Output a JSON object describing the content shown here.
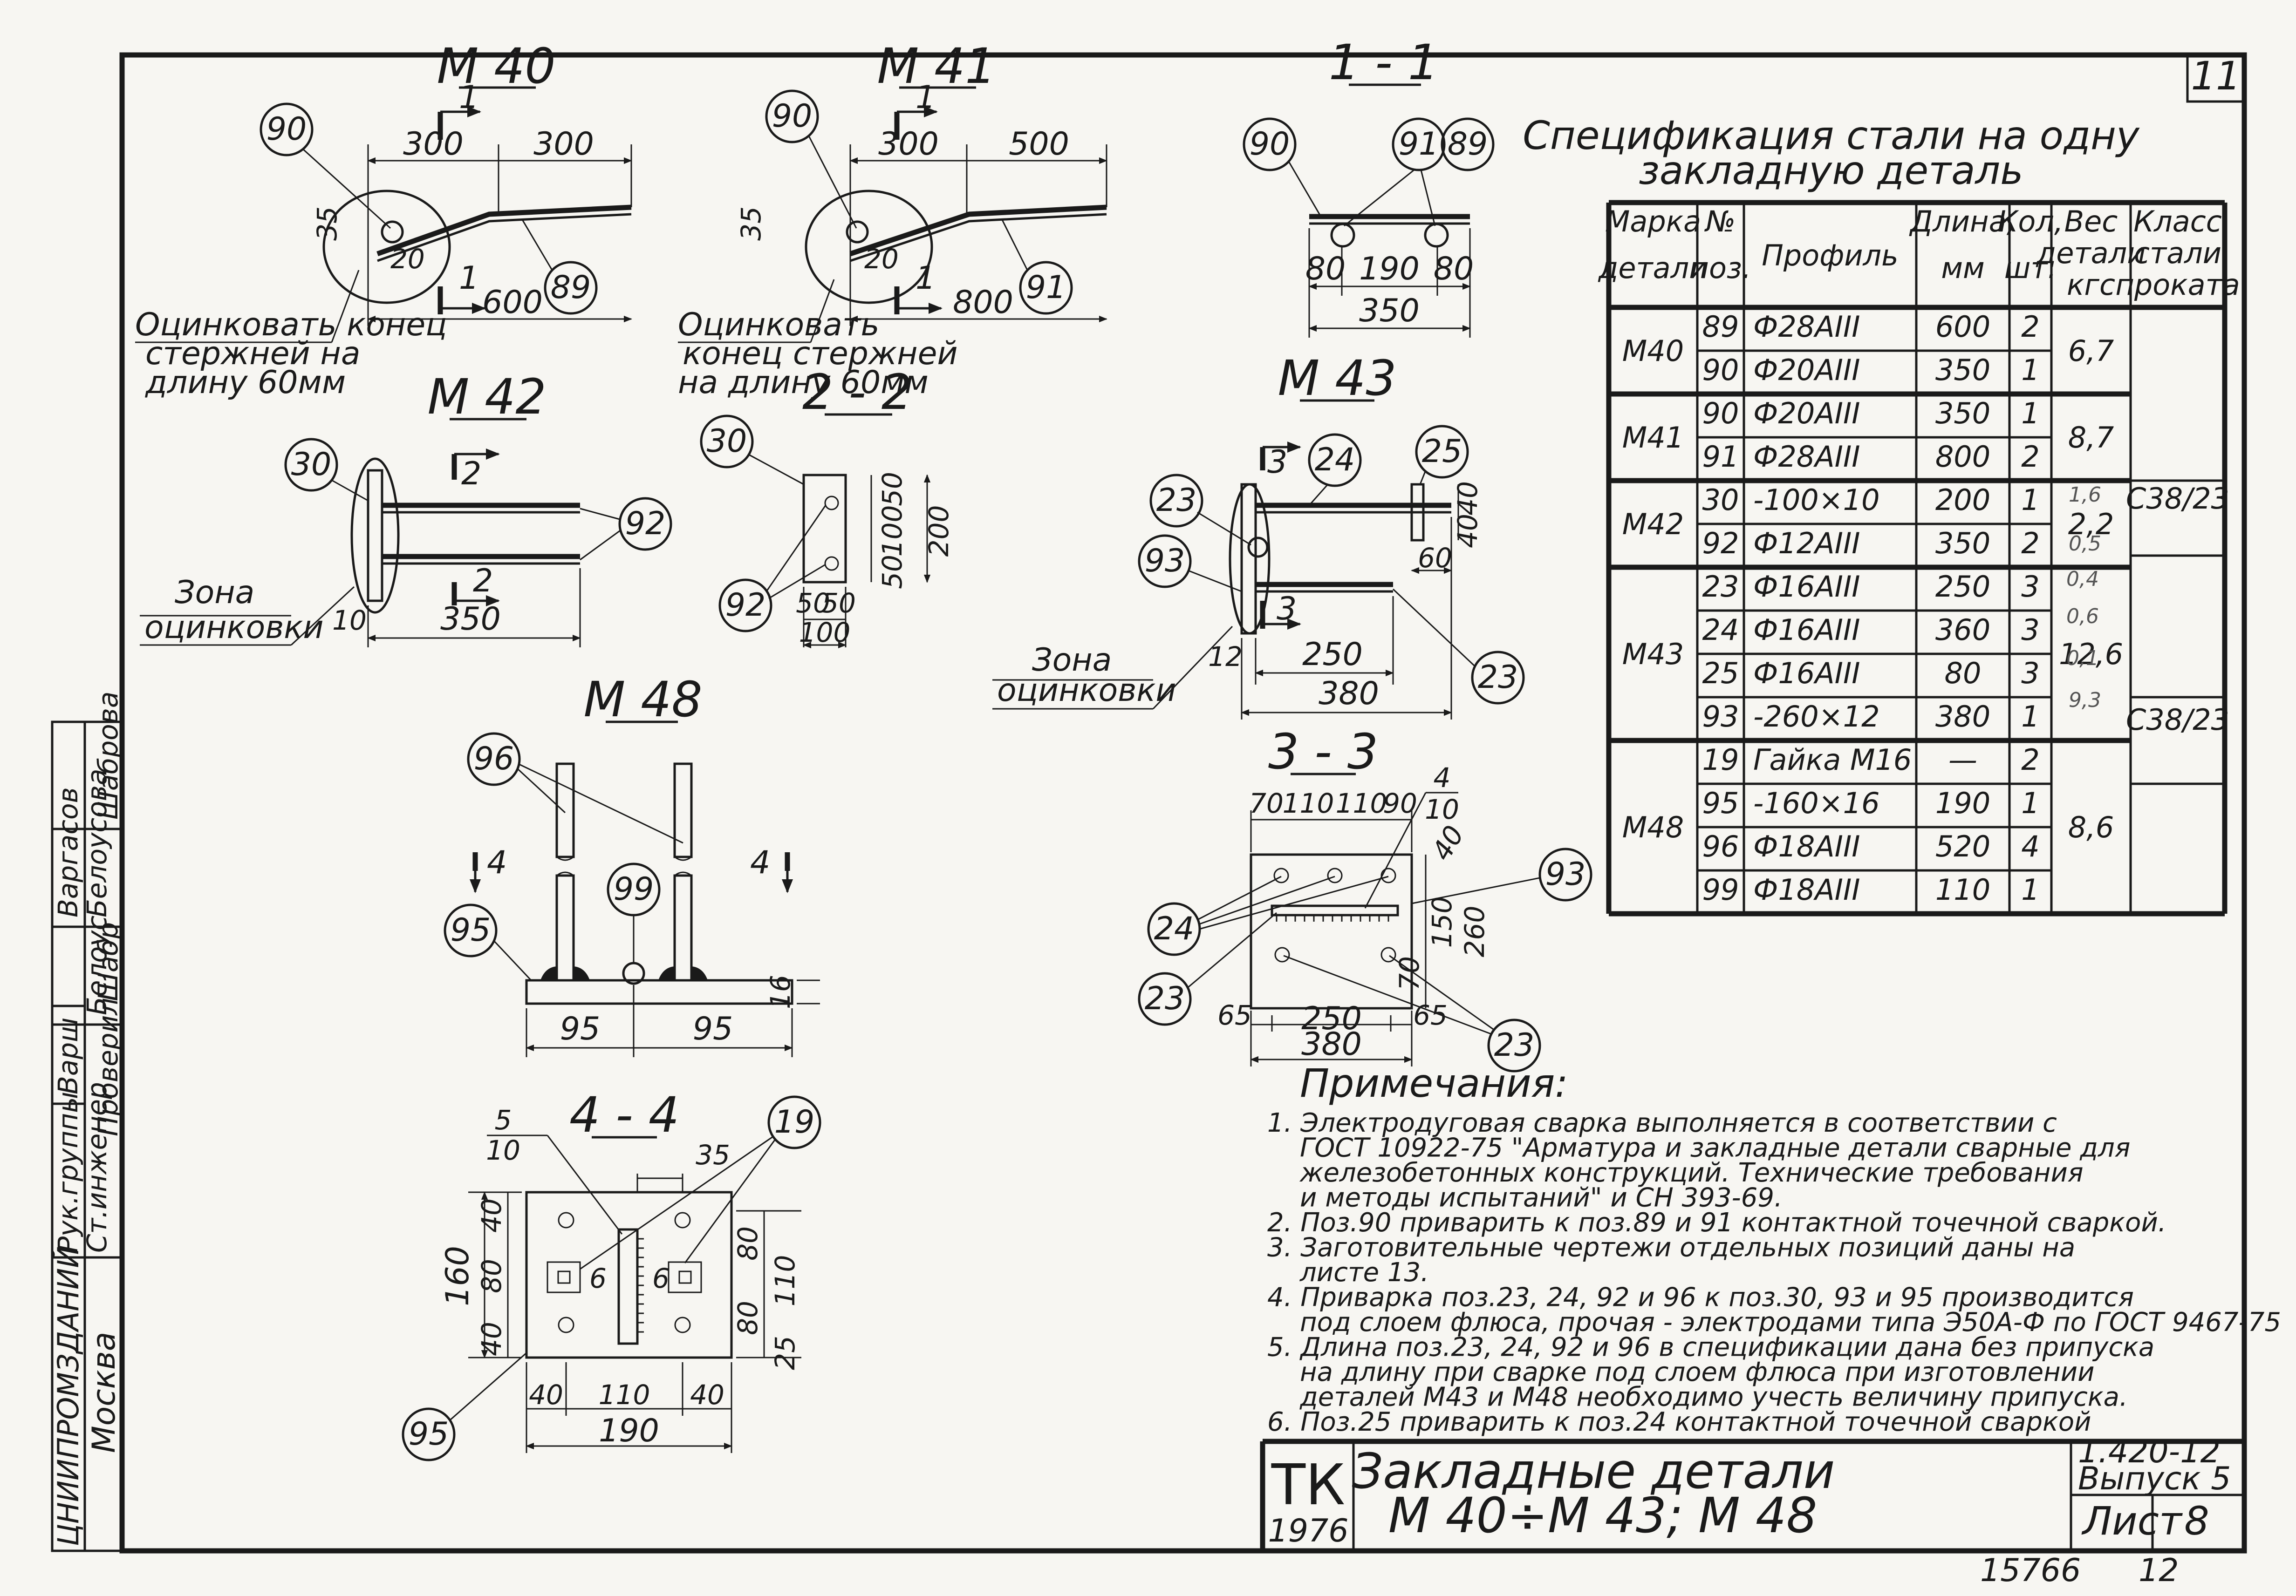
{
  "sheet_number": "11",
  "views": {
    "m40": {
      "title": "М 40",
      "dims": [
        "300",
        "300",
        "600",
        "35",
        "20"
      ],
      "callouts": [
        "90",
        "89"
      ],
      "section_mark": "1",
      "note": [
        "Оцинковать конец",
        "стержней на",
        "длину 60мм"
      ]
    },
    "m41": {
      "title": "М 41",
      "dims": [
        "300",
        "500",
        "800",
        "35",
        "20"
      ],
      "callouts": [
        "90",
        "91"
      ],
      "section_mark": "1",
      "note": [
        "Оцинковать",
        "конец стержней",
        "на длину 60мм"
      ]
    },
    "s11": {
      "title": "1 - 1",
      "dims": [
        "80",
        "190",
        "80",
        "350"
      ],
      "callouts": [
        "90",
        "91",
        "89"
      ]
    },
    "m42": {
      "title": "М 42",
      "dims": [
        "10",
        "350"
      ],
      "callouts": [
        "30",
        "92"
      ],
      "section_mark": "2",
      "zone": [
        "Зона",
        "оцинковки"
      ]
    },
    "s22": {
      "title": "2 - 2",
      "dims": [
        "50",
        "100",
        "50",
        "200",
        "50",
        "50",
        "100"
      ],
      "callouts": [
        "30",
        "92"
      ]
    },
    "m43": {
      "title": "М 43",
      "dims": [
        "40",
        "40",
        "60",
        "12",
        "250",
        "380"
      ],
      "callouts": [
        "24",
        "25",
        "23",
        "93",
        "23"
      ],
      "section_mark": "3",
      "zone": [
        "Зона",
        "оцинковки"
      ]
    },
    "m48": {
      "title": "М 48",
      "dims": [
        "95",
        "95",
        "16"
      ],
      "callouts": [
        "96",
        "99",
        "95"
      ],
      "section_mark": "4"
    },
    "s33": {
      "title": "3 - 3",
      "dims": [
        "70",
        "110",
        "110",
        "90",
        "40",
        "150",
        "260",
        "70",
        "65",
        "250",
        "65",
        "380"
      ],
      "weld_mark": [
        "4",
        "10"
      ],
      "callouts": [
        "24",
        "93",
        "23",
        "23"
      ]
    },
    "s44": {
      "title": "4 - 4",
      "dims": [
        "35",
        "40",
        "80",
        "40",
        "160",
        "80",
        "110",
        "80",
        "25",
        "40",
        "110",
        "40",
        "190",
        "6",
        "6"
      ],
      "weld_mark": [
        "5",
        "10"
      ],
      "callouts": [
        "19",
        "95"
      ]
    }
  },
  "spec": {
    "title": [
      "Спецификация стали на одну",
      "закладную деталь"
    ],
    "headers": [
      [
        "Марка",
        "детали"
      ],
      [
        "№",
        "поз."
      ],
      [
        "Профиль"
      ],
      [
        "Длина,",
        "мм"
      ],
      [
        "Кол,",
        "шт."
      ],
      [
        "Вес",
        "детали",
        "кгс"
      ],
      [
        "Класс",
        "стали",
        "проката"
      ]
    ],
    "groups": [
      {
        "mark": "М40",
        "weight": "6,7",
        "rows": [
          {
            "pos": "89",
            "profile": "Ф28АIII",
            "length": "600",
            "qty": "2"
          },
          {
            "pos": "90",
            "profile": "Ф20АIII",
            "length": "350",
            "qty": "1"
          }
        ]
      },
      {
        "mark": "М41",
        "weight": "8,7",
        "rows": [
          {
            "pos": "90",
            "profile": "Ф20АIII",
            "length": "350",
            "qty": "1"
          },
          {
            "pos": "91",
            "profile": "Ф28АIII",
            "length": "800",
            "qty": "2"
          }
        ]
      },
      {
        "mark": "М42",
        "weight": "2,2",
        "rows": [
          {
            "pos": "30",
            "profile": "-100×10",
            "length": "200",
            "qty": "1"
          },
          {
            "pos": "92",
            "profile": "Ф12АIII",
            "length": "350",
            "qty": "2"
          }
        ]
      },
      {
        "mark": "М43",
        "weight": "12,6",
        "rows": [
          {
            "pos": "23",
            "profile": "Ф16АIII",
            "length": "250",
            "qty": "3"
          },
          {
            "pos": "24",
            "profile": "Ф16АIII",
            "length": "360",
            "qty": "3"
          },
          {
            "pos": "25",
            "profile": "Ф16АIII",
            "length": "80",
            "qty": "3"
          },
          {
            "pos": "93",
            "profile": "-260×12",
            "length": "380",
            "qty": "1"
          }
        ]
      },
      {
        "mark": "М48",
        "weight": "8,6",
        "rows": [
          {
            "pos": "19",
            "profile": "Гайка М16",
            "length": "—",
            "qty": "2"
          },
          {
            "pos": "95",
            "profile": "-160×16",
            "length": "190",
            "qty": "1"
          },
          {
            "pos": "96",
            "profile": "Ф18АIII",
            "length": "520",
            "qty": "4"
          },
          {
            "pos": "99",
            "profile": "Ф18АIII",
            "length": "110",
            "qty": "1"
          }
        ]
      }
    ],
    "steel_class": [
      "С38/23",
      "С38/23"
    ],
    "pencil_notes": [
      "1,6",
      "0,5",
      "0,4",
      "0,6",
      "0,1",
      "9,3"
    ]
  },
  "notes": {
    "heading": "Примечания:",
    "lines": [
      "1. Электродуговая сварка выполняется в соответствии с",
      "ГОСТ 10922-75 \"Арматура и закладные детали сварные для",
      "железобетонных конструкций. Технические требования",
      "и методы испытаний\" и СН 393-69.",
      "2. Поз.90 приварить к поз.89 и 91 контактной точечной сваркой.",
      "3. Заготовительные чертежи отдельных позиций даны на",
      "листе 13.",
      "4. Приварка поз.23, 24, 92 и 96 к поз.30, 93 и 95 производится",
      "под слоем флюса, прочая - электродами типа Э50А-Ф по ГОСТ 9467-75",
      "5. Длина поз.23, 24, 92 и 96 в спецификации дана без припуска",
      "на длину при сварке под слоем флюса при изготовлении",
      "деталей М43 и М48 необходимо учесть величину припуска.",
      "6. Поз.25 приварить к поз.24 контактной точечной сваркой"
    ]
  },
  "stamp": {
    "org": "ЦНИИПРОМЗДАНИЙ",
    "city": "Москва",
    "roles": [
      "Рук.группы",
      "Ст.инженер",
      "Проверил"
    ],
    "names": [
      "Варгасов",
      "Белоусова",
      "Шаброва"
    ],
    "signatures": [
      "Варш",
      "Белоус",
      "Шабр"
    ],
    "stamp_mark": "ТК",
    "year": "1976",
    "title_lines": [
      "Закладные детали",
      "М 40÷М 43; М 48"
    ],
    "series": "1.420-12",
    "issue": "Выпуск 5",
    "sheet_label": "Лист",
    "sheet_no": "8",
    "bottom_code": "15766",
    "bottom_sheet": "12"
  }
}
